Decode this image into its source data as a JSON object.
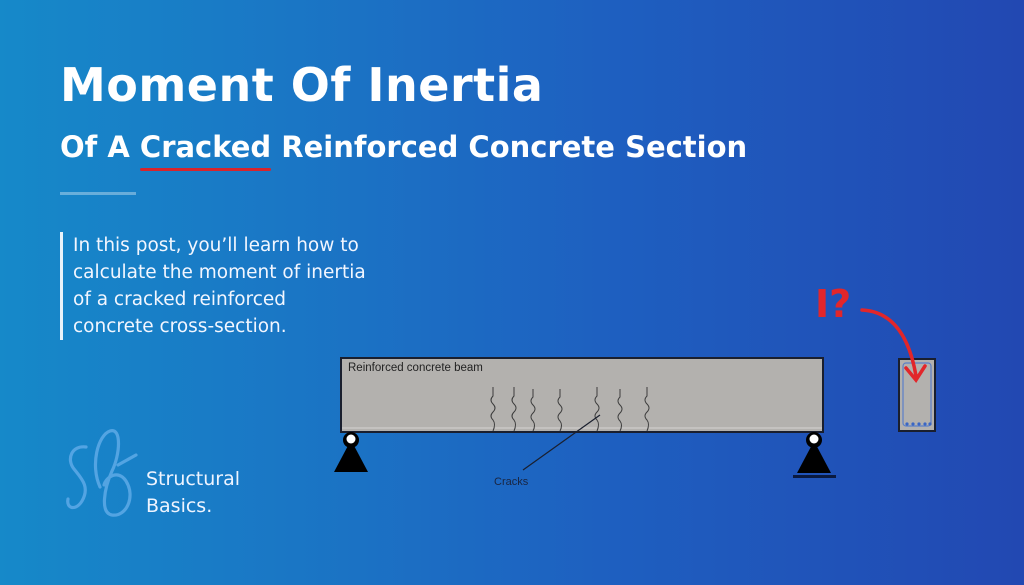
{
  "header": {
    "title": "Moment Of Inertia",
    "subtitle_prefix": "Of A ",
    "subtitle_highlight": "Cracked",
    "subtitle_suffix": " Reinforced Concrete Section"
  },
  "intro": {
    "lines": [
      "In this post, you’ll learn how to",
      "calculate the moment of inertia",
      "of a cracked reinforced",
      "concrete cross-section."
    ]
  },
  "diagram": {
    "beam_label": "Reinforced concrete beam",
    "cracks_label": "Cracks",
    "section_question": "I?",
    "beam_fill": "#b3b1ae",
    "arrow_color": "#e2262a"
  },
  "brand": {
    "line1": "Structural",
    "line2": "Basics."
  },
  "colors": {
    "bg_left": "#1689c9",
    "bg_right": "#2248b2",
    "underline": "#d8242c"
  }
}
